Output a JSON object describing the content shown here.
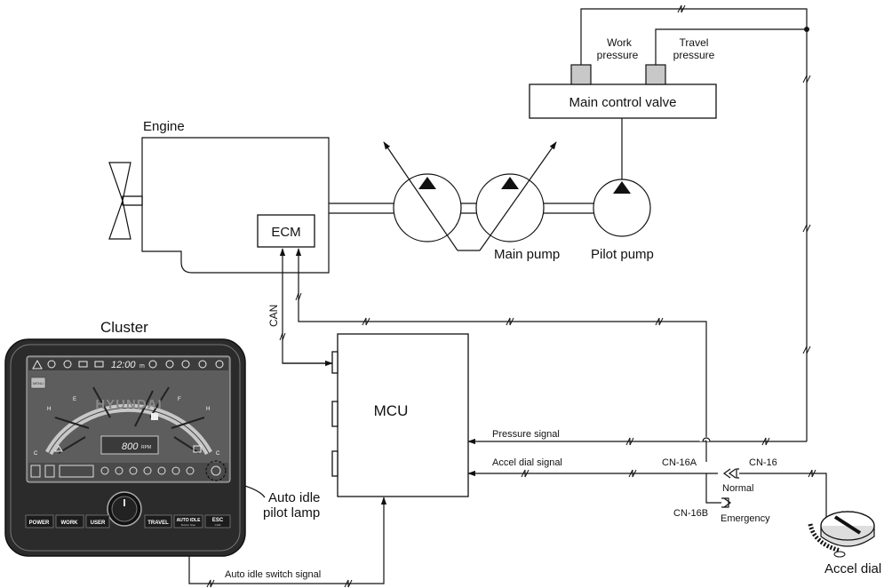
{
  "labels": {
    "engine": "Engine",
    "ecm": "ECM",
    "mcu": "MCU",
    "main_control_valve": "Main control valve",
    "work_pressure_line1": "Work",
    "work_pressure_line2": "pressure",
    "travel_pressure_line1": "Travel",
    "travel_pressure_line2": "pressure",
    "main_pump": "Main pump",
    "pilot_pump": "Pilot pump",
    "cluster": "Cluster",
    "can": "CAN",
    "pressure_signal": "Pressure signal",
    "accel_dial_signal": "Accel dial signal",
    "auto_idle_switch_signal": "Auto idle switch signal",
    "auto_idle_lamp_line1": "Auto idle",
    "auto_idle_lamp_line2": "pilot lamp",
    "cn16a": "CN-16A",
    "cn16": "CN-16",
    "cn16b": "CN-16B",
    "normal": "Normal",
    "emergency": "Emergency",
    "accel_dial": "Accel dial"
  },
  "cluster": {
    "brand": "HYUNDAI",
    "clock": "12:00",
    "clock_suffix": "m",
    "rpm_value": "800",
    "rpm_unit": "RPM",
    "gauge_h_left": "H",
    "gauge_c_left": "C",
    "gauge_e": "E",
    "gauge_f": "F",
    "gauge_h_right": "H",
    "gauge_c_right": "C",
    "mode_chip": "MENU",
    "buttons": {
      "power": "POWER",
      "work": "WORK",
      "user": "USER",
      "travel": "TRAVEL",
      "auto_idle": "AUTO IDLE",
      "auto_idle_sub": "Buzzer Stop",
      "esc": "ESC",
      "esc_sub": "CAM"
    }
  },
  "colors": {
    "line": "#111111",
    "cluster_body": "#2a2a2a",
    "cluster_screen": "#5c5c5c",
    "cluster_button": "#1c1c1c"
  }
}
